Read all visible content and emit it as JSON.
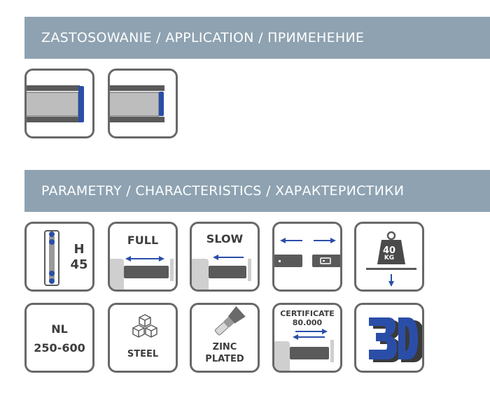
{
  "sections": {
    "application_title": "ZASTOSOWANIE / APPLICATION / ПРИМЕНЕНИЕ",
    "characteristics_title": "PARAMETRY / CHARACTERISTICS / ХАРАКТЕРИСТИКИ"
  },
  "icons": {
    "height": {
      "letter": "H",
      "value": "45"
    },
    "full": {
      "label": "FULL"
    },
    "slow": {
      "label": "SLOW"
    },
    "weight": {
      "value": "40",
      "unit": "KG"
    },
    "length": {
      "label": "NL",
      "range": "250-600"
    },
    "steel": {
      "label": "STEEL"
    },
    "zinc": {
      "line1": "ZINC",
      "line2": "PLATED"
    },
    "certificate": {
      "label": "CERTIFICATE",
      "cycles": "80.000"
    }
  },
  "colors": {
    "banner": "#8ea2b1",
    "tile_border": "#686868",
    "accent_blue": "#2a4ea8",
    "rail_dark": "#5a5a5a",
    "rail_light": "#bdbdbd"
  }
}
